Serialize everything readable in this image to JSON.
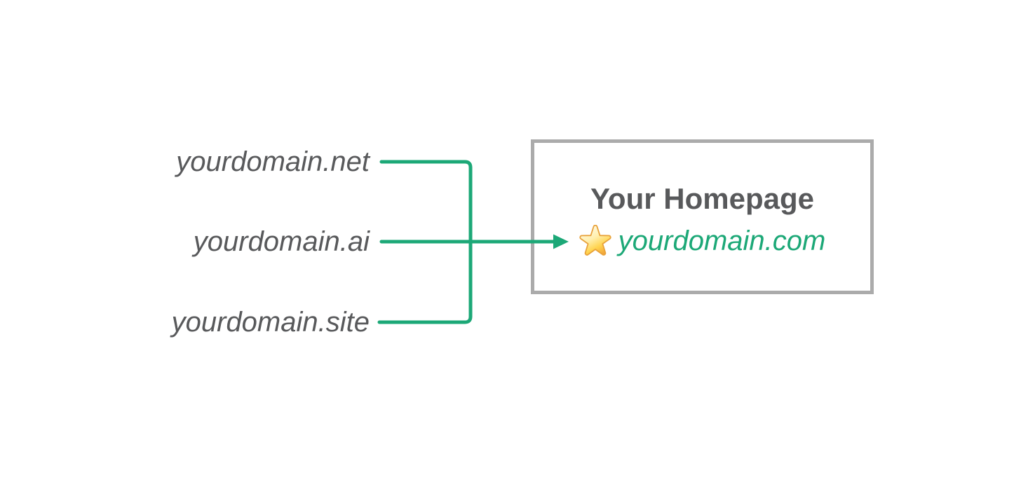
{
  "diagram": {
    "description": "Multiple domain extensions redirecting to one homepage",
    "domains": [
      {
        "label": "yourdomain.net"
      },
      {
        "label": "yourdomain.ai"
      },
      {
        "label": "yourdomain.site"
      }
    ],
    "homepage_box": {
      "title": "Your Homepage",
      "primary_domain": "yourdomain.com",
      "icon": "star-emoji"
    },
    "colors": {
      "connector_green": "#1CA877",
      "label_gray": "#58595B",
      "box_border_gray": "#ABABAB",
      "star_gold": "#FFC83D",
      "background": "#FFFFFF"
    }
  }
}
